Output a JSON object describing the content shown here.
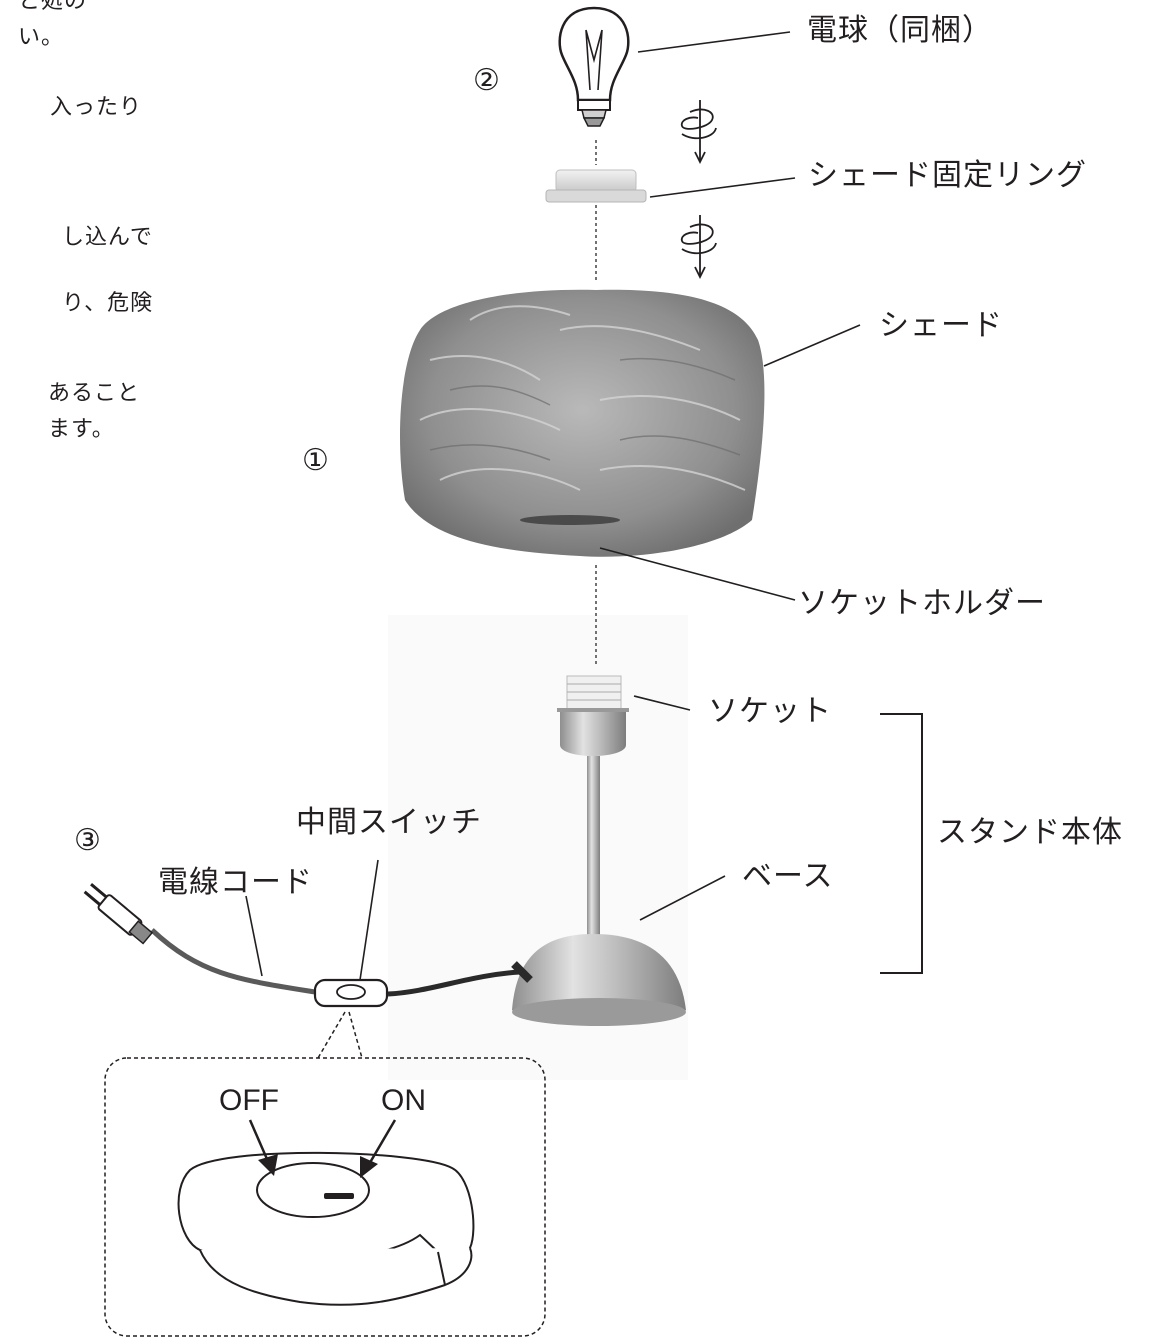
{
  "left_text_fragments": [
    "と処の",
    "い。",
    "入ったり",
    "し込んで",
    "り、危険",
    "あること",
    "ます。"
  ],
  "step_numbers": {
    "shade": "①",
    "bulb": "②",
    "cord": "③"
  },
  "labels": {
    "bulb": "電球（同梱）",
    "ring": "シェード固定リング",
    "shade": "シェード",
    "socket_holder": "ソケットホルダー",
    "socket": "ソケット",
    "stand_body": "スタンド本体",
    "base": "ベース",
    "switch": "中間スイッチ",
    "cord": "電線コード"
  },
  "switch_detail": {
    "off": "OFF",
    "on": "ON"
  },
  "colors": {
    "line": "#231f20",
    "feather": "#8a8a8a",
    "metal": "#b8b8b8"
  }
}
